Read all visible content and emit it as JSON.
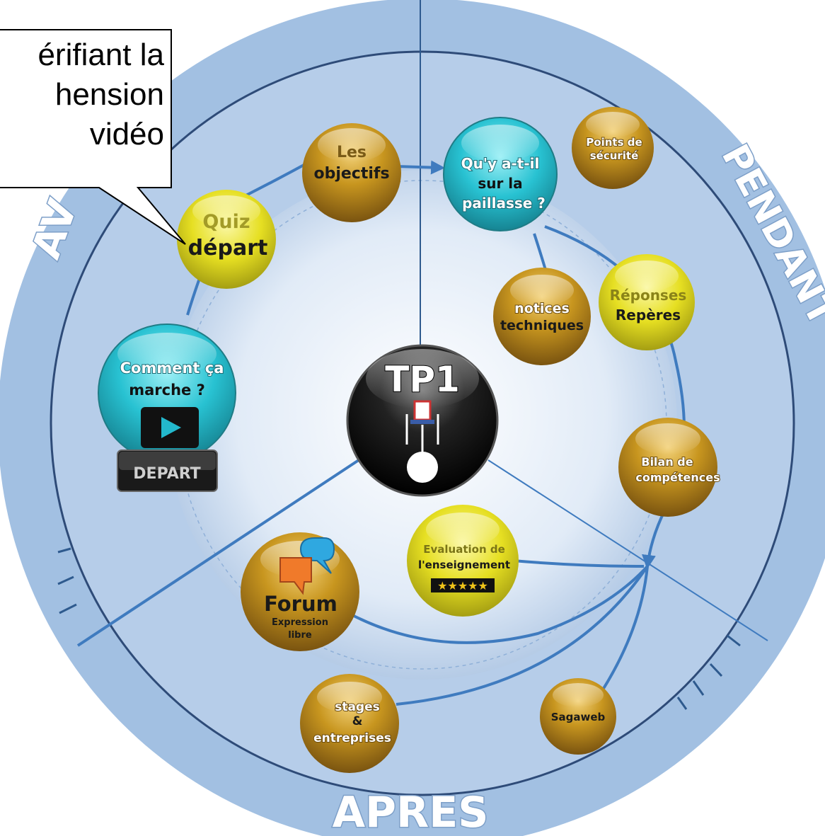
{
  "colors": {
    "ring_outer": "#9fbde0",
    "ring_inner_line": "#2e4b78",
    "connector": "#3f7bbf",
    "gold": "#b98a1c",
    "yellow": "#e8e22a",
    "cyan": "#2cc0d0",
    "black": "#111111"
  },
  "callout": {
    "lines": [
      "érifiant la",
      "hension",
      "vidéo"
    ]
  },
  "phases": {
    "avant": "AV",
    "pendant": "PENDANT",
    "apres": "APRES"
  },
  "center": {
    "label": "TP1",
    "icon": "engine-icon"
  },
  "nodes": {
    "objectifs": {
      "line1": "Les",
      "line2": "objectifs"
    },
    "paillasse": {
      "line1": "Qu'y a-t-il",
      "line2": "sur la",
      "line3": "paillasse ?"
    },
    "securite": {
      "line1": "Points de",
      "line2": "sécurité"
    },
    "quiz": {
      "line1": "Quiz",
      "line2": "départ"
    },
    "notices": {
      "line1": "notices",
      "line2": "techniques"
    },
    "reponses": {
      "line1": "Réponses",
      "line2": "Repères"
    },
    "comment": {
      "line1": "Comment ça",
      "line2": "marche ?",
      "badge": "DEPART",
      "icon": "play-icon"
    },
    "bilan": {
      "line1": "Bilan de",
      "line2": "compétences"
    },
    "evaluation": {
      "line1": "Evaluation de",
      "line2": "l'enseignement",
      "rating": "★★★★★",
      "icon": "star-rating-icon"
    },
    "forum": {
      "title": "Forum",
      "line1": "Expression",
      "line2": "libre",
      "icon": "chat-bubble-icon"
    },
    "stages": {
      "line1": "stages",
      "line2": "&",
      "line3": "entreprises"
    },
    "sagaweb": {
      "line1": "Sagaweb"
    }
  }
}
